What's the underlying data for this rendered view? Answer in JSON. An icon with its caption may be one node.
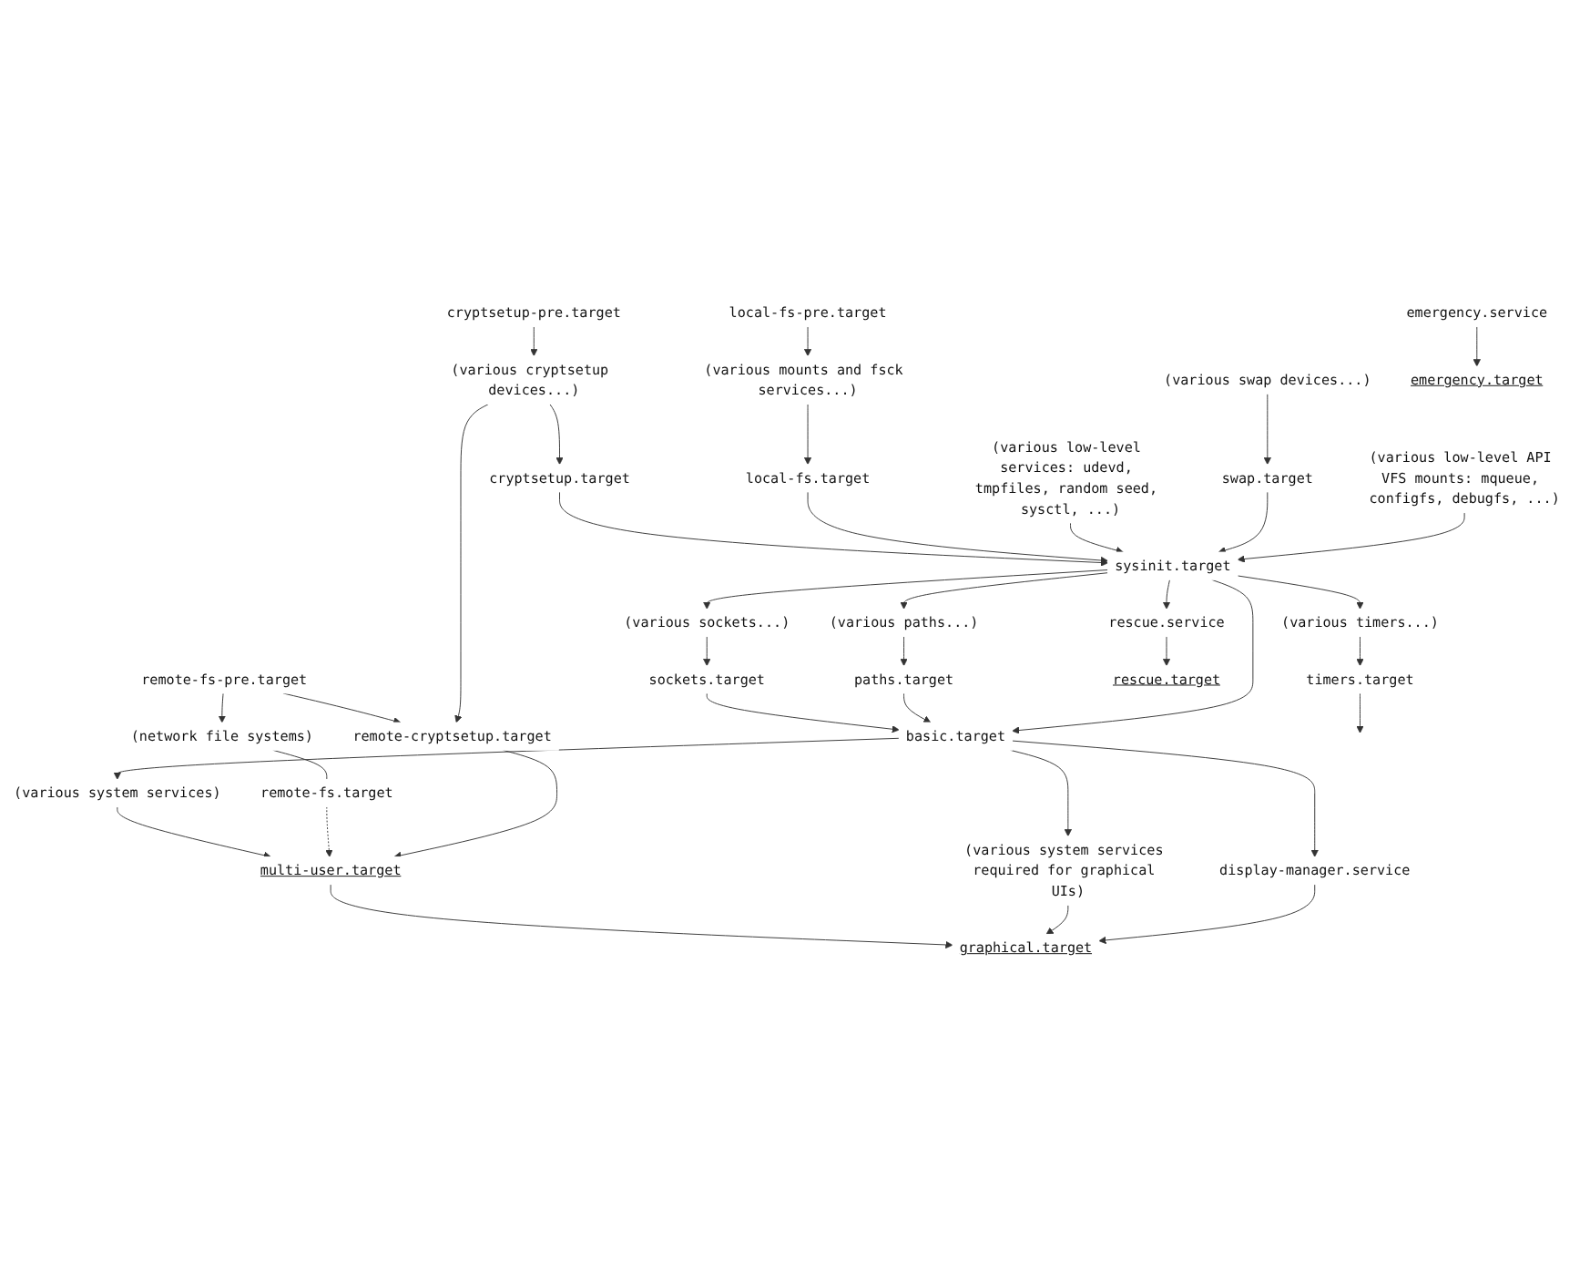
{
  "diagram": {
    "nodes": [
      {
        "text": [
          "cryptsetup-pre.target"
        ]
      },
      {
        "text": [
          "(various low-level API VFS mounts: mqueue, configfs, debugfs, ...)"
        ]
      },
      {
        "text": [
          "(various cryptsetup devices...)"
        ]
      },
      {
        "text": [
          "cryptsetup.target"
        ]
      },
      {
        "text": [
          "(various swap devices...)"
        ]
      },
      {
        "text": [
          "remote-fs-pre.target"
        ]
      },
      {
        "text": [
          "local-fs-pre.target"
        ]
      },
      {
        "text": [
          "(network file systems)"
        ]
      },
      {
        "text": [
          "swap.target"
        ]
      },
      {
        "text": [
          "remote-cryptsetup.target"
        ]
      },
      {
        "text": [
          "(various low-level services: udevd, tmpfiles, random seed, sysctl, ...)"
        ]
      },
      {
        "text": [
          "(various mounts and fsck services...)"
        ]
      },
      {
        "text": [
          "remote-fs.target"
        ]
      },
      {
        "text": [
          "local-fs.target"
        ]
      },
      {
        "text": [
          "sysinit.target"
        ]
      },
      {
        "text": [
          "(various timers...)"
        ]
      },
      {
        "text": [
          "(various paths...)"
        ]
      },
      {
        "text": [
          "(various sockets...)"
        ]
      },
      {
        "text": [
          "timers.target"
        ]
      },
      {
        "text": [
          "paths.target"
        ]
      },
      {
        "text": [
          "sockets.target"
        ]
      },
      {
        "text": [
          "rescue.service"
        ]
      },
      {
        "text": [
          "basic.target"
        ]
      },
      {
        "text": [
          "rescue.target"
        ]
      },
      {
        "text": [
          "display-manager.service"
        ]
      },
      {
        "text": [
          "(various system services required for graphical UIs)"
        ]
      },
      {
        "text": [
          "(various system services)"
        ]
      },
      {
        "text": [
          "emergency.service"
        ]
      },
      {
        "text": [
          "multi-user.target"
        ]
      },
      {
        "text": [
          "emergency.target"
        ]
      },
      {
        "text": [
          "graphical.target"
        ]
      }
    ],
    "edges": [
      {
        "from": 0,
        "to": 2,
        "arrow": "to"
      },
      {
        "from": 2,
        "to": 3,
        "arrow": "to"
      },
      {
        "from": 2,
        "to": 9,
        "arrow": "to"
      },
      {
        "from": 5,
        "to": 7,
        "arrow": "to"
      },
      {
        "from": 5,
        "to": 9,
        "arrow": "to"
      },
      {
        "from": 4,
        "to": 8,
        "arrow": "to"
      },
      {
        "from": 6,
        "to": 11,
        "arrow": "to"
      },
      {
        "from": 11,
        "to": 13,
        "arrow": "to"
      },
      {
        "from": 7,
        "to": 12,
        "arrow": "none"
      },
      {
        "from": 1,
        "to": 14,
        "arrow": "to"
      },
      {
        "from": 8,
        "to": 14,
        "arrow": "to"
      },
      {
        "from": 10,
        "to": 14,
        "arrow": "to"
      },
      {
        "from": 13,
        "to": 14,
        "arrow": "to"
      },
      {
        "from": 3,
        "to": 14,
        "arrow": "to"
      },
      {
        "from": 9,
        "to": 28,
        "arrow": "to"
      },
      {
        "from": 12,
        "to": 28,
        "arrow": "to",
        "style": "dashed"
      },
      {
        "from": 14,
        "to": 15,
        "arrow": "to"
      },
      {
        "from": 14,
        "to": 16,
        "arrow": "to"
      },
      {
        "from": 14,
        "to": 22,
        "arrow": "to"
      },
      {
        "from": 14,
        "to": 17,
        "arrow": "to"
      },
      {
        "from": 14,
        "to": 21,
        "arrow": "to"
      },
      {
        "from": 15,
        "to": 18,
        "arrow": "to"
      },
      {
        "from": 16,
        "to": 19,
        "arrow": "to"
      },
      {
        "from": 17,
        "to": 20,
        "arrow": "to"
      },
      {
        "from": 18,
        "to": null,
        "arrow": "to"
      },
      {
        "from": 19,
        "to": 22,
        "arrow": "to"
      },
      {
        "from": 20,
        "to": 22,
        "arrow": "to"
      },
      {
        "from": 21,
        "to": 23,
        "arrow": "to"
      },
      {
        "from": 22,
        "to": 24,
        "arrow": "to"
      },
      {
        "from": 22,
        "to": 25,
        "arrow": "to"
      },
      {
        "from": 22,
        "to": 26,
        "arrow": "to"
      },
      {
        "from": 26,
        "to": 28,
        "arrow": "to"
      },
      {
        "from": 24,
        "to": 30,
        "arrow": "to"
      },
      {
        "from": 25,
        "to": 30,
        "arrow": "to"
      },
      {
        "from": 28,
        "to": 30,
        "arrow": "to"
      },
      {
        "from": 27,
        "to": 29,
        "arrow": "to"
      }
    ]
  }
}
